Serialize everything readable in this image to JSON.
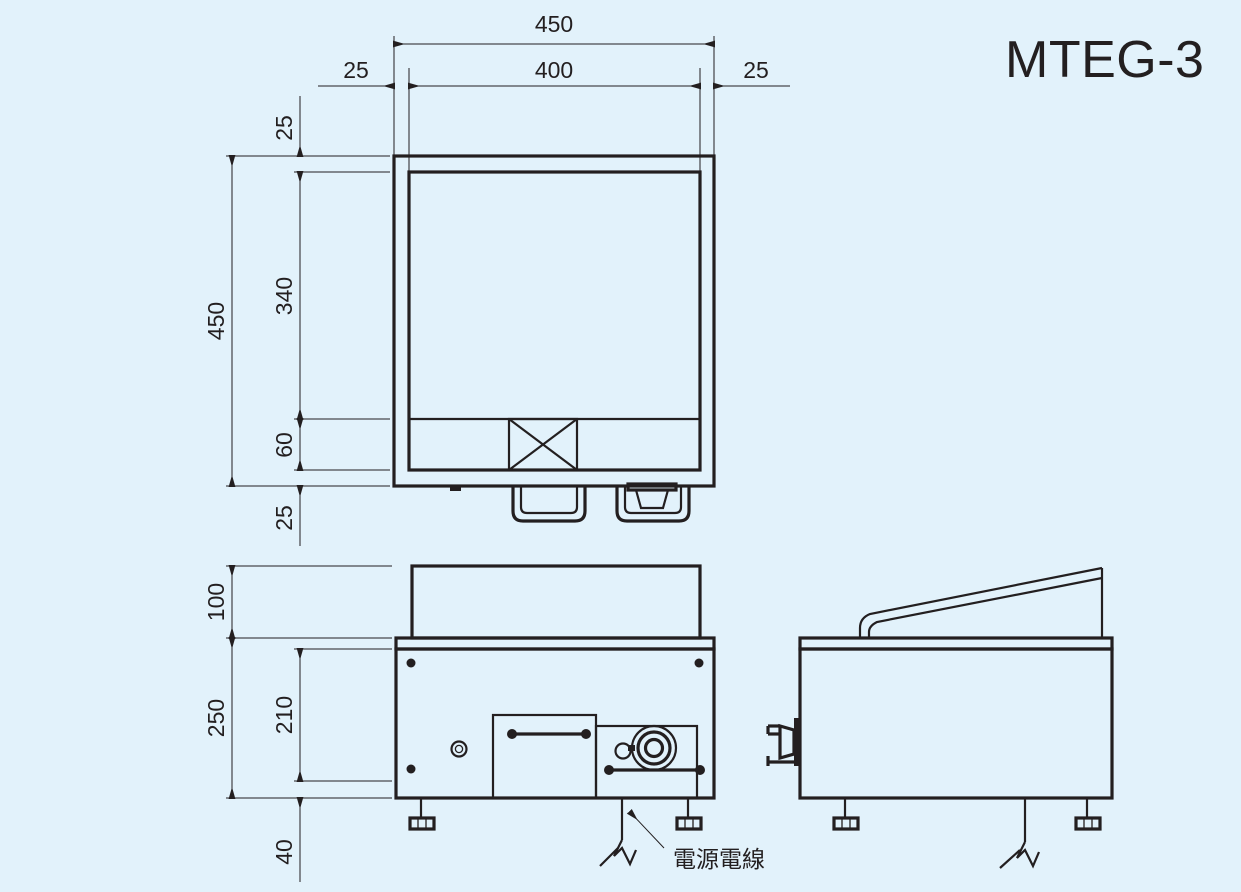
{
  "drawing": {
    "title": "MTEG-3",
    "background_color": "#e2f2fb",
    "line_color": "#231f20",
    "units_note": "",
    "annotations": {
      "power_cord_label": "電源電線"
    },
    "views": [
      {
        "id": "top-view",
        "name": "top view"
      },
      {
        "id": "front-view",
        "name": "front view"
      },
      {
        "id": "side-view",
        "name": "side view"
      }
    ],
    "dimensions": {
      "top_view_horizontal": [
        {
          "id": "dim-450-width",
          "value": "450"
        },
        {
          "id": "dim-25-left",
          "value": "25"
        },
        {
          "id": "dim-400",
          "value": "400"
        },
        {
          "id": "dim-25-right",
          "value": "25"
        }
      ],
      "top_view_vertical": [
        {
          "id": "dim-25-top",
          "value": "25"
        },
        {
          "id": "dim-450-depth",
          "value": "450"
        },
        {
          "id": "dim-340",
          "value": "340"
        },
        {
          "id": "dim-60",
          "value": "60"
        },
        {
          "id": "dim-25-bottom",
          "value": "25"
        }
      ],
      "front_view_vertical": [
        {
          "id": "dim-100",
          "value": "100"
        },
        {
          "id": "dim-250",
          "value": "250"
        },
        {
          "id": "dim-210",
          "value": "210"
        },
        {
          "id": "dim-40",
          "value": "40"
        }
      ]
    }
  }
}
